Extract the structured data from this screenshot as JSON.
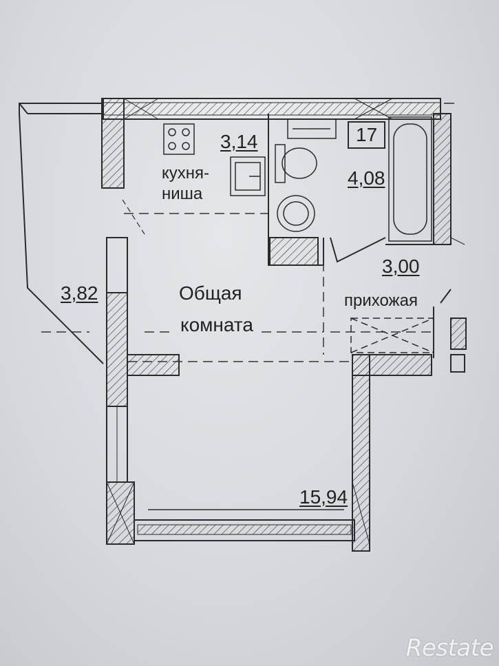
{
  "rooms": {
    "balcony": {
      "area": "3,82"
    },
    "kitchen": {
      "area": "3,14",
      "name_line1": "кухня-",
      "name_line2": "ниша"
    },
    "bathroom": {
      "area": "4,08"
    },
    "apartment_number": "17",
    "hallway": {
      "area": "3,00",
      "name": "прихожая"
    },
    "living_room": {
      "area": "15,94",
      "name_line1": "Общая",
      "name_line2": "комната"
    }
  },
  "watermark": "Restate"
}
